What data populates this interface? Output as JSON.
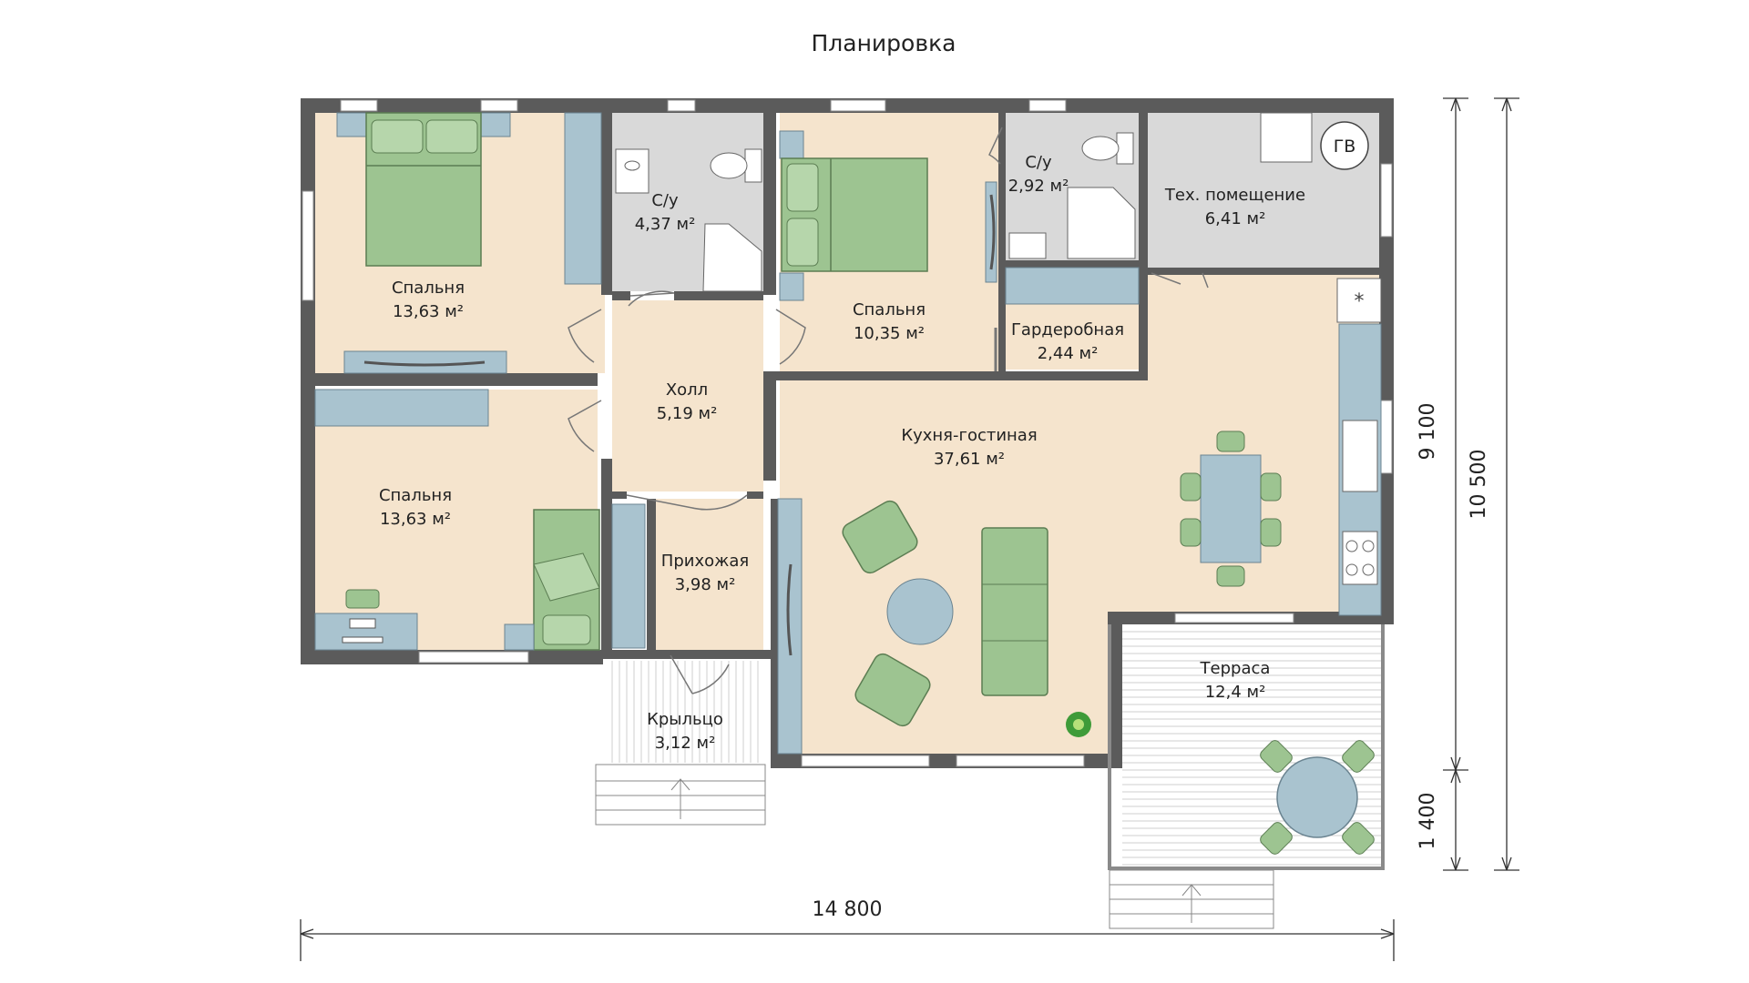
{
  "title": "Планировка",
  "rooms": [
    {
      "name": "Спальня",
      "area": "13,63 м²"
    },
    {
      "name": "С/у",
      "area": "4,37 м²"
    },
    {
      "name": "Спальня",
      "area": "10,35 м²"
    },
    {
      "name": "С/у",
      "area": "2,92 м²"
    },
    {
      "name": "Тех. помещение",
      "area": "6,41 м²"
    },
    {
      "name": "Гардеробная",
      "area": "2,44 м²"
    },
    {
      "name": "Холл",
      "area": "5,19 м²"
    },
    {
      "name": "Кухня-гостиная",
      "area": "37,61 м²"
    },
    {
      "name": "Спальня",
      "area": "13,63 м²"
    },
    {
      "name": "Прихожая",
      "area": "3,98 м²"
    },
    {
      "name": "Терраса",
      "area": "12,4 м²"
    },
    {
      "name": "Крыльцо",
      "area": "3,12 м²"
    }
  ],
  "boiler_label": "ГВ",
  "dimensions": {
    "width": "14 800",
    "house_depth": "9 100",
    "terrace_depth": "1 400",
    "total_depth": "10 500"
  },
  "colors": {
    "wall": "#5b5b5b",
    "floor": "#f5e4cd",
    "wet_room": "#d9d9d9",
    "furniture_blue": "#a9c3cf",
    "furniture_green": "#9dc491",
    "terrace": "#ffffff"
  }
}
